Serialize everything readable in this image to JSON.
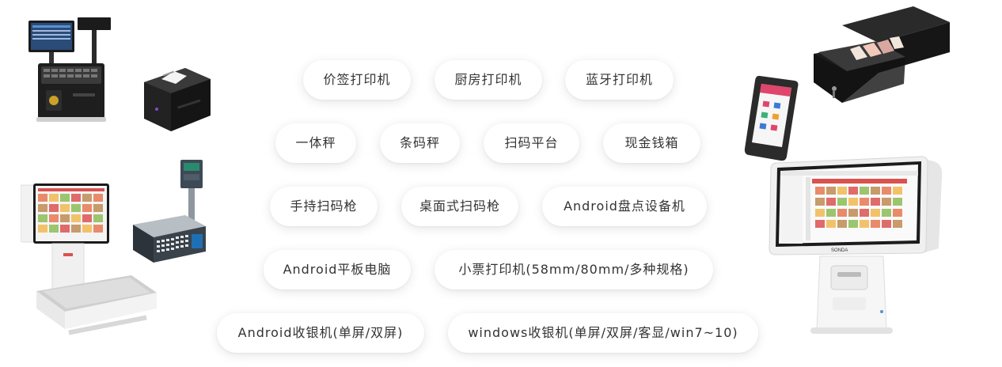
{
  "tags": [
    "价签打印机",
    "厨房打印机",
    "蓝牙打印机",
    "一体秤",
    "条码秤",
    "扫码平台",
    "现金钱箱",
    "手持扫码枪",
    "桌面式扫码枪",
    "Android盘点设备机",
    "Android平板电脑",
    "小票打印机(58mm/80mm/多种规格)",
    "Android收银机(单屏/双屏)",
    "windows收银机(单屏/双屏/客显/win7~10)"
  ],
  "brand_label": "SONDA",
  "colors": {
    "pill_bg": "#ffffff",
    "text": "#333333",
    "device_dark": "#1f1f1f",
    "device_light": "#e9e9e9"
  }
}
